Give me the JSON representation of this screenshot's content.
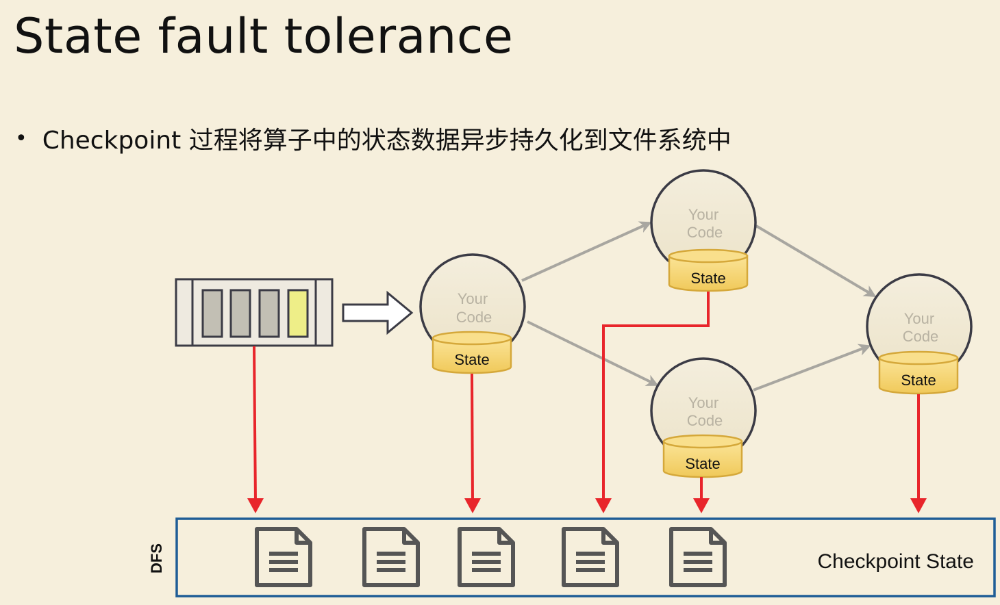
{
  "title": "State fault tolerance",
  "bullet": "Checkpoint 过程将算子中的状态数据异步持久化到文件系统中",
  "diagram": {
    "nodes": [
      {
        "id": "node1",
        "line1": "Your",
        "line2": "Code",
        "state": "State"
      },
      {
        "id": "node2",
        "line1": "Your",
        "line2": "Code",
        "state": "State"
      },
      {
        "id": "node3",
        "line1": "Your",
        "line2": "Code",
        "state": "State"
      },
      {
        "id": "node4",
        "line1": "Your",
        "line2": "Code",
        "state": "State"
      }
    ],
    "dfs_label": "DFS",
    "checkpoint_label": "Checkpoint State",
    "colors": {
      "arrow_red": "#e8252b",
      "dfs_border": "#1f5d96",
      "node_fill": "#f2ebd8",
      "node_stroke": "#3b3b45",
      "state_fill": "#f7d77a",
      "source_slot_active": "#eeee88",
      "source_slot": "#c2bfb4"
    }
  }
}
